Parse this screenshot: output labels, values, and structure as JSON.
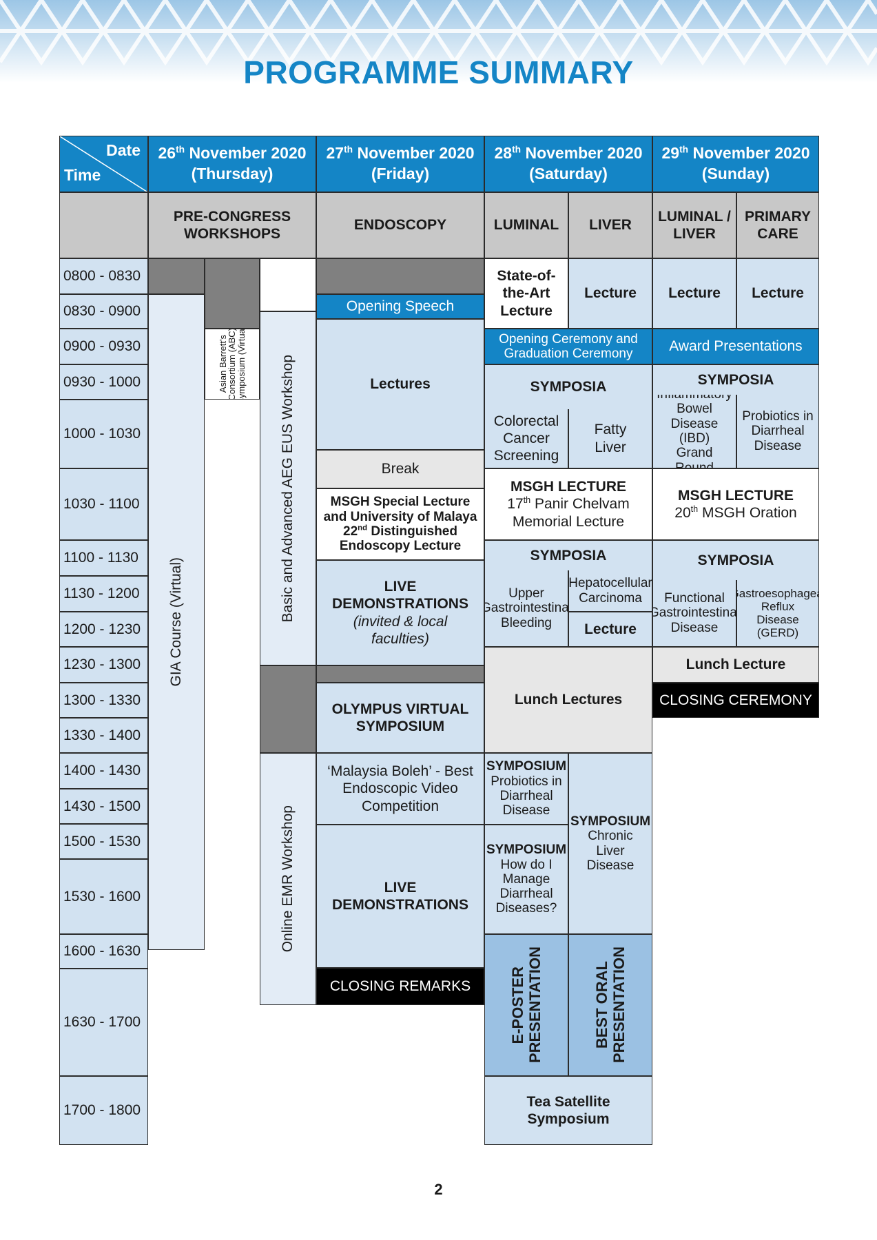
{
  "title": "PROGRAMME SUMMARY",
  "page_number": "2",
  "header": {
    "date_label": "Date",
    "time_label": "Time",
    "days": [
      {
        "day": "26",
        "sup": "th",
        "rest": " November 2020",
        "weekday": "(Thursday)"
      },
      {
        "day": "27",
        "sup": "th",
        "rest": " November 2020",
        "weekday": "(Friday)"
      },
      {
        "day": "28",
        "sup": "th",
        "rest": " November 2020",
        "weekday": "(Saturday)"
      },
      {
        "day": "29",
        "sup": "th",
        "rest": " November 2020",
        "weekday": "(Sunday)"
      }
    ]
  },
  "tracks": {
    "pre_congress_1": "PRE-CONGRESS",
    "pre_congress_2": "WORKSHOPS",
    "endoscopy": "ENDOSCOPY",
    "luminal": "LUMINAL",
    "liver": "LIVER",
    "luminal_liver_1": "LUMINAL /",
    "luminal_liver_2": "LIVER",
    "primary_care_1": "PRIMARY",
    "primary_care_2": "CARE"
  },
  "times": [
    "0800 - 0830",
    "0830 - 0900",
    "0900 - 0930",
    "0930 - 1000",
    "1000 - 1030",
    "1030 - 1100",
    "1100 - 1130",
    "1130 - 1200",
    "1200 - 1230",
    "1230 - 1300",
    "1300 - 1330",
    "1330 - 1400",
    "1400 - 1430",
    "1430 - 1500",
    "1500 - 1530",
    "1530 - 1600",
    "1600 - 1630",
    "1630 - 1700",
    "1700 - 1800"
  ],
  "day26": {
    "gia_course": "GIA Course (Virtual)",
    "abc_1": "Asian Barrett's",
    "abc_2": "Consortium (ABC)",
    "abc_3": "Symposium (Virtual)",
    "eus_workshop": "Basic and Advanced AEG EUS Workshop",
    "emr_workshop": "Online EMR Workshop"
  },
  "day27": {
    "opening_speech": "Opening Speech",
    "lectures": "Lectures",
    "break": "Break",
    "msgh_special_1": "MSGH Special Lecture",
    "msgh_special_2": "and University of Malaya",
    "msgh_special_3_num": "22",
    "msgh_special_3_sup": "nd",
    "msgh_special_3_rest": " Distinguished",
    "msgh_special_4": "Endoscopy Lecture",
    "live_demo_1": "LIVE",
    "live_demo_2": "DEMONSTRATIONS",
    "live_demo_3": "(invited & local",
    "live_demo_4": "faculties)",
    "olympus_1": "OLYMPUS VIRTUAL",
    "olympus_2": "SYMPOSIUM",
    "video_1": "‘Malaysia Boleh’ - Best",
    "video_2": "Endoscopic Video",
    "video_3": "Competition",
    "live_demo2_1": "LIVE",
    "live_demo2_2": "DEMONSTRATIONS",
    "closing_remarks": "CLOSING REMARKS"
  },
  "day28": {
    "sota_1": "State-of-",
    "sota_2": "the-Art",
    "sota_3": "Lecture",
    "liver_lecture": "Lecture",
    "opening_ceremony_1": "Opening Ceremony and",
    "opening_ceremony_2": "Graduation Ceremony",
    "symposia": "SYMPOSIA",
    "colorectal_1": "Colorectal",
    "colorectal_2": "Cancer",
    "colorectal_3": "Screening",
    "fatty_1": "Fatty",
    "fatty_2": "Liver",
    "msgh_lecture": "MSGH LECTURE",
    "panir_num": "17",
    "panir_sup": "th",
    "panir_rest": " Panir Chelvam",
    "panir_2": "Memorial Lecture",
    "symposia2": "SYMPOSIA",
    "ugib_1": "Upper",
    "ugib_2": "Gastrointestinal",
    "ugib_3": "Bleeding",
    "hcc_1": "Hepatocellular",
    "hcc_2": "Carcinoma",
    "liver_lecture2": "Lecture",
    "lunch_lectures": "Lunch Lectures",
    "symp_probiotics_h": "SYMPOSIUM",
    "symp_probiotics_1": "Probiotics in",
    "symp_probiotics_2": "Diarrheal",
    "symp_probiotics_3": "Disease",
    "symp_howdoi_h": "SYMPOSIUM",
    "symp_howdoi_1": "How do I",
    "symp_howdoi_2": "Manage",
    "symp_howdoi_3": "Diarrheal",
    "symp_howdoi_4": "Diseases?",
    "symp_cld_h": "SYMPOSIUM",
    "symp_cld_1": "Chronic",
    "symp_cld_2": "Liver",
    "symp_cld_3": "Disease",
    "eposter_1": "E-POSTER",
    "eposter_2": "PRESENTATION",
    "oral_1": "BEST ORAL",
    "oral_2": "PRESENTATION",
    "tea_1": "Tea Satellite",
    "tea_2": "Symposium"
  },
  "day29": {
    "lecture_a": "Lecture",
    "lecture_b": "Lecture",
    "award": "Award Presentations",
    "symposia": "SYMPOSIA",
    "ibd_1": "Inflammatory",
    "ibd_2": "Bowel",
    "ibd_3": "Disease (IBD)",
    "ibd_4": "Grand Round",
    "probiotics_1": "Probiotics in",
    "probiotics_2": "Diarrheal",
    "probiotics_3": "Disease",
    "msgh_lecture": "MSGH LECTURE",
    "oration_num": "20",
    "oration_sup": "th",
    "oration_rest": " MSGH Oration",
    "symposia2": "SYMPOSIA",
    "fgid_1": "Functional",
    "fgid_2": "Gastrointestinal",
    "fgid_3": "Disease",
    "gerd_1": "Gastroesophageal",
    "gerd_2": "Reflux Disease",
    "gerd_3": "(GERD)",
    "lunch_lecture": "Lunch Lecture",
    "closing_ceremony": "CLOSING CEREMONY"
  }
}
